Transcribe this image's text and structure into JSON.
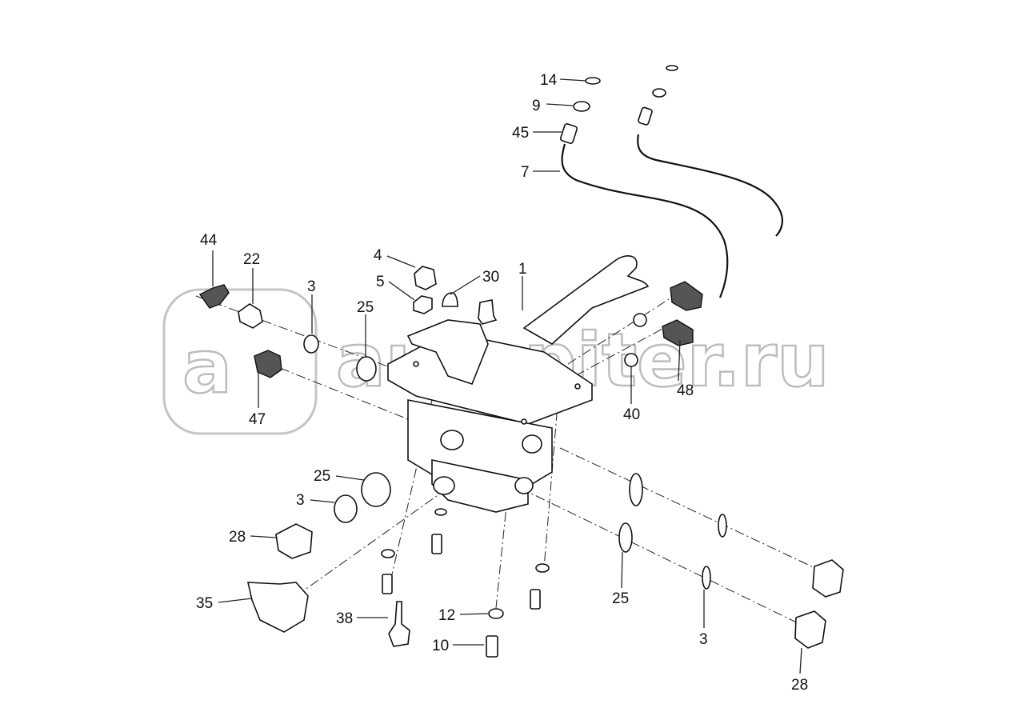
{
  "watermark": {
    "text": "autopiter.ru",
    "logo_letter": "a"
  },
  "callouts": [
    {
      "id": "c14a",
      "text": "14"
    },
    {
      "id": "c9",
      "text": "9"
    },
    {
      "id": "c45",
      "text": "45"
    },
    {
      "id": "c7",
      "text": "7"
    },
    {
      "id": "c44",
      "text": "44"
    },
    {
      "id": "c22",
      "text": "22"
    },
    {
      "id": "c3a",
      "text": "3"
    },
    {
      "id": "c4",
      "text": "4"
    },
    {
      "id": "c5",
      "text": "5"
    },
    {
      "id": "c30",
      "text": "30"
    },
    {
      "id": "c1",
      "text": "1"
    },
    {
      "id": "c25a",
      "text": "25"
    },
    {
      "id": "c47",
      "text": "47"
    },
    {
      "id": "c48",
      "text": "48"
    },
    {
      "id": "c40",
      "text": "40"
    },
    {
      "id": "c25b",
      "text": "25"
    },
    {
      "id": "c3b",
      "text": "3"
    },
    {
      "id": "c28a",
      "text": "28"
    },
    {
      "id": "c35",
      "text": "35"
    },
    {
      "id": "c38",
      "text": "38"
    },
    {
      "id": "c12",
      "text": "12"
    },
    {
      "id": "c10",
      "text": "10"
    },
    {
      "id": "c25c",
      "text": "25"
    },
    {
      "id": "c3c",
      "text": "3"
    },
    {
      "id": "c28b",
      "text": "28"
    }
  ]
}
